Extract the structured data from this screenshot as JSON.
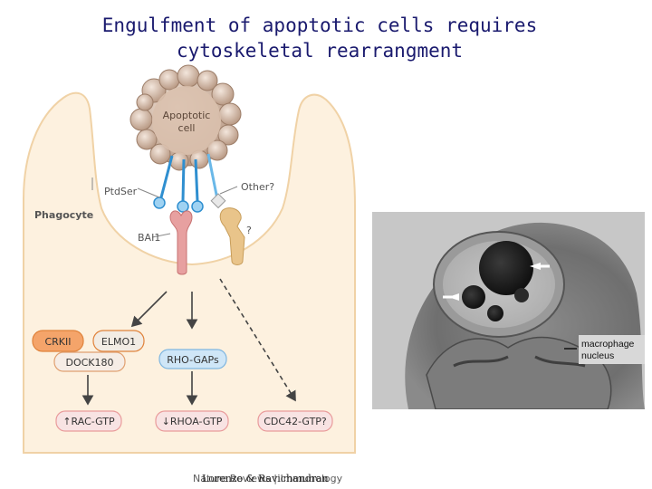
{
  "title": {
    "line1": "Engulfment of apoptotic cells requires",
    "line2": "cytoskeletal rearrangment"
  },
  "diagram": {
    "apoptotic_cell": "Apoptotic cell",
    "phagocyte": "Phagocyte",
    "ptdser": "PtdSer",
    "other": "Other?",
    "question": "?",
    "bai1": "BAI1",
    "nodes": {
      "crkii": "CRKII",
      "elmo1": "ELMO1",
      "dock180": "DOCK180",
      "rho_gaps": "RHO-GAPs",
      "rac_gtp": "↑RAC-GTP",
      "rhoa_gtp": "↓RHOA-GTP",
      "cdc42_gtp": "CDC42-GTP?"
    },
    "colors": {
      "orange_node": "#f4a46a",
      "orange_border": "#e0823a",
      "grey_node": "#f2ece4",
      "grey_border": "#d99a6a",
      "blue_node": "#cfe6f7",
      "blue_border": "#7fb6e0",
      "pink_node": "#f8e3e3",
      "pink_border": "#e99b9b",
      "cell_fill": "#d9c0ad",
      "phagocyte_fill": "#fdf1df"
    }
  },
  "micrograph": {
    "label_line1": "macrophage",
    "label_line2": "nucleus"
  },
  "credit": {
    "journal_text": "Nature Reviews | Immunology",
    "overlay_text": "Lorenzo & Ravichandran"
  }
}
